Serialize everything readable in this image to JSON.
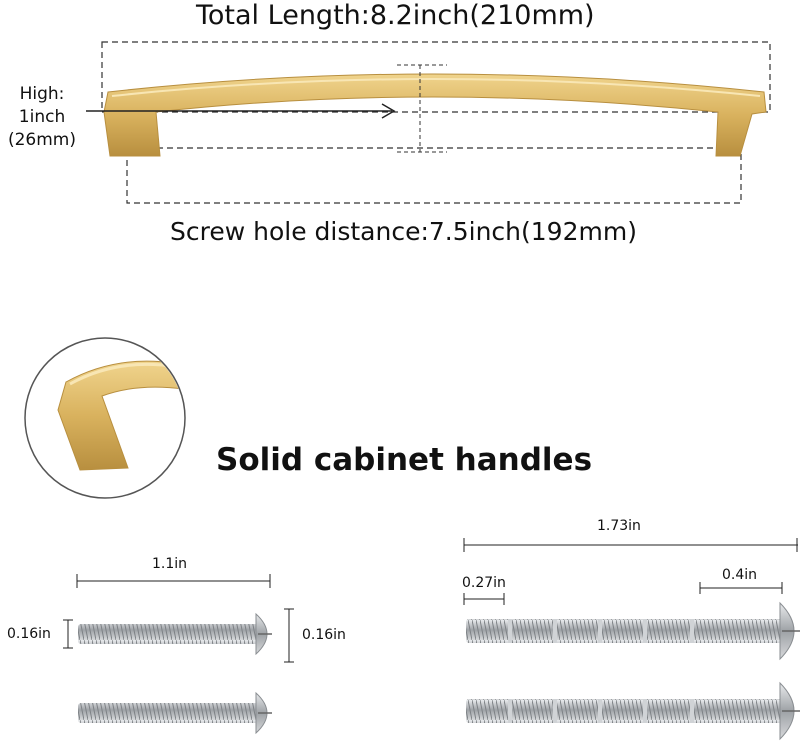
{
  "dimensions": {
    "total_length": "Total Length:8.2inch(210mm)",
    "height_line1": "High:",
    "height_line2": "1inch",
    "height_line3": "(26mm)",
    "screw_hole_distance": "Screw hole distance:7.5inch(192mm)"
  },
  "title": "Solid cabinet handles",
  "short_screw": {
    "length": "1.1in",
    "thread_diameter": "0.16in",
    "head_diameter": "0.16in"
  },
  "long_screw": {
    "length": "1.73in",
    "segment": "0.27in",
    "head_section": "0.4in"
  },
  "colors": {
    "brass": "#d9b25e",
    "brass_dark": "#b88f3f",
    "steel": "#b9bcc0",
    "dim_line": "#333333"
  }
}
